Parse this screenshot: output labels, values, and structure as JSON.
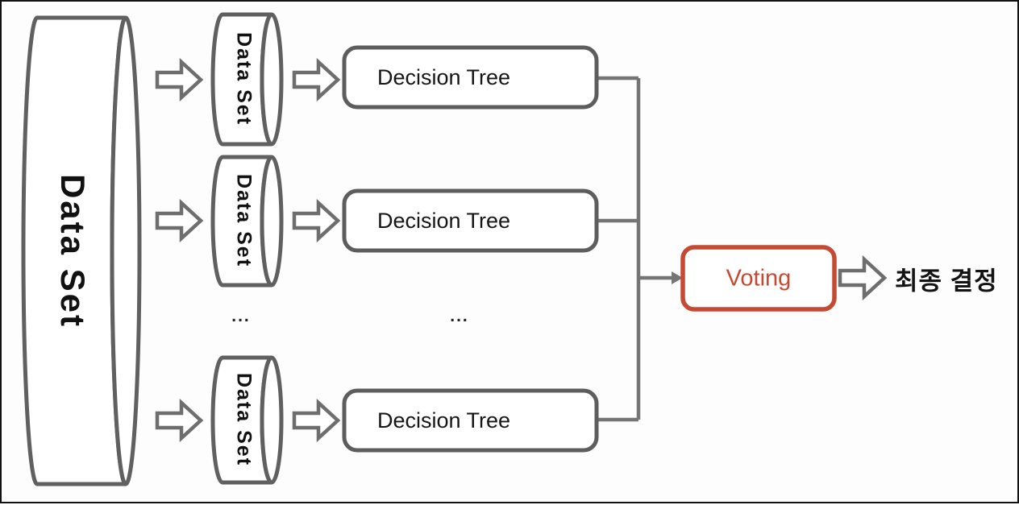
{
  "source_dataset": {
    "label": "Data Set"
  },
  "sampled_datasets": [
    {
      "label": "Data Set"
    },
    {
      "label": "Data Set"
    },
    {
      "label": "Data Set"
    }
  ],
  "decision_trees": [
    {
      "label": "Decision Tree"
    },
    {
      "label": "Decision Tree"
    },
    {
      "label": "Decision Tree"
    }
  ],
  "ellipsis": {
    "datasets": "...",
    "trees": "..."
  },
  "voting": {
    "label": "Voting"
  },
  "final_decision": {
    "label": "최종 결정"
  },
  "colors": {
    "accent_red": "#C64A33",
    "shape_gray": "#606060",
    "connector_gray": "#757575",
    "text_black": "#141414"
  }
}
